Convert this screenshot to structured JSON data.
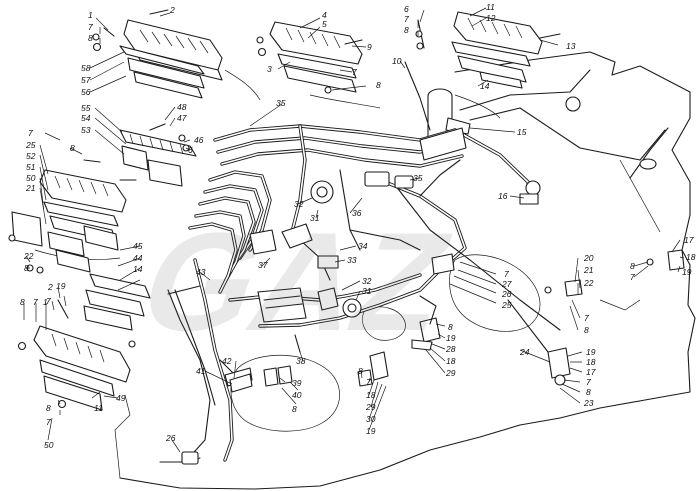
{
  "callouts": [
    {
      "text": "1"
    },
    {
      "text": "2"
    },
    {
      "text": "7"
    },
    {
      "text": "8"
    },
    {
      "text": "4"
    },
    {
      "text": "5"
    },
    {
      "text": "9"
    },
    {
      "text": "7"
    },
    {
      "text": "3"
    },
    {
      "text": "8"
    },
    {
      "text": "6"
    },
    {
      "text": "7"
    },
    {
      "text": "8"
    },
    {
      "text": "11"
    },
    {
      "text": "12"
    },
    {
      "text": "13"
    },
    {
      "text": "10"
    },
    {
      "text": "14"
    },
    {
      "text": "58"
    },
    {
      "text": "57"
    },
    {
      "text": "56"
    },
    {
      "text": "48"
    },
    {
      "text": "55"
    },
    {
      "text": "47"
    },
    {
      "text": "54"
    },
    {
      "text": "53"
    },
    {
      "text": "46"
    },
    {
      "text": "6"
    },
    {
      "text": "35"
    },
    {
      "text": "7"
    },
    {
      "text": "25"
    },
    {
      "text": "52"
    },
    {
      "text": "51"
    },
    {
      "text": "50"
    },
    {
      "text": "21"
    },
    {
      "text": "8"
    },
    {
      "text": "15"
    },
    {
      "text": "35"
    },
    {
      "text": "16"
    },
    {
      "text": "32"
    },
    {
      "text": "36"
    },
    {
      "text": "31"
    },
    {
      "text": "22"
    },
    {
      "text": "8"
    },
    {
      "text": "45"
    },
    {
      "text": "44"
    },
    {
      "text": "14"
    },
    {
      "text": "43"
    },
    {
      "text": "37"
    },
    {
      "text": "34"
    },
    {
      "text": "33"
    },
    {
      "text": "32"
    },
    {
      "text": "31"
    },
    {
      "text": "2"
    },
    {
      "text": "19"
    },
    {
      "text": "7"
    },
    {
      "text": "8"
    },
    {
      "text": "7"
    },
    {
      "text": "1"
    },
    {
      "text": "17"
    },
    {
      "text": "18"
    },
    {
      "text": "19"
    },
    {
      "text": "8"
    },
    {
      "text": "7"
    },
    {
      "text": "7"
    },
    {
      "text": "27"
    },
    {
      "text": "26"
    },
    {
      "text": "25"
    },
    {
      "text": "20"
    },
    {
      "text": "21"
    },
    {
      "text": "22"
    },
    {
      "text": "7"
    },
    {
      "text": "8"
    },
    {
      "text": "8"
    },
    {
      "text": "19"
    },
    {
      "text": "28"
    },
    {
      "text": "18"
    },
    {
      "text": "29"
    },
    {
      "text": "24"
    },
    {
      "text": "19"
    },
    {
      "text": "18"
    },
    {
      "text": "17"
    },
    {
      "text": "7"
    },
    {
      "text": "8"
    },
    {
      "text": "23"
    },
    {
      "text": "11"
    },
    {
      "text": "49"
    },
    {
      "text": "8"
    },
    {
      "text": "7"
    },
    {
      "text": "50"
    },
    {
      "text": "42"
    },
    {
      "text": "41"
    },
    {
      "text": "38"
    },
    {
      "text": "39"
    },
    {
      "text": "40"
    },
    {
      "text": "8"
    },
    {
      "text": "8"
    },
    {
      "text": "7"
    },
    {
      "text": "18"
    },
    {
      "text": "29"
    },
    {
      "text": "30"
    },
    {
      "text": "19"
    },
    {
      "text": "26"
    }
  ]
}
